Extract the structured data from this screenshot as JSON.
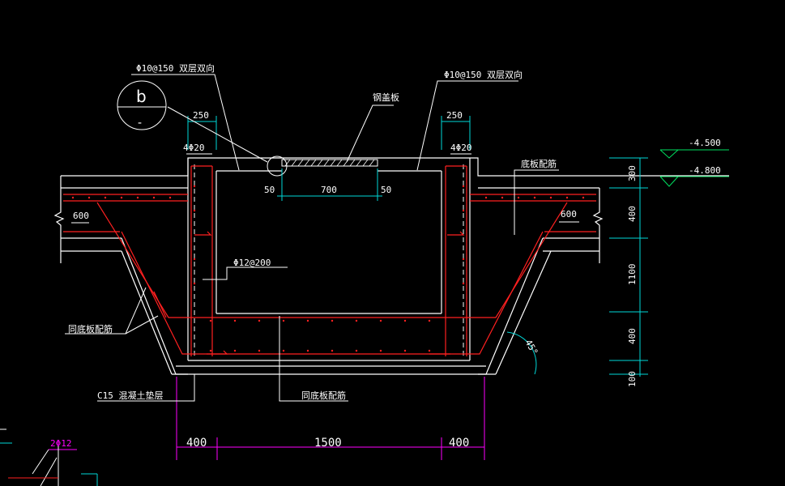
{
  "colors": {
    "background": "#000000",
    "structure": "#ffffff",
    "rebar": "#ff2020",
    "dimension": "#00d8d8",
    "elevation": "#00e060",
    "bottom_dimension": "#ff00ff",
    "dashed": "#ffffff"
  },
  "labels": {
    "rebar_left_top": "Φ10@150 双层双向",
    "rebar_right_top": "Φ10@150 双层双向",
    "cover_plate": "钢盖板",
    "bottom_rebar": "底板配筋",
    "same_bottom_left": "同底板配筋",
    "same_bottom_center": "同底板配筋",
    "cushion": "C15 混凝土垫层",
    "stirrup": "Φ12@200",
    "bars_left": "4Φ20",
    "bars_right": "4Φ20",
    "detail_letter": "b",
    "detail_sub": "-",
    "angle": "45°",
    "small_left_label": "2Φ12"
  },
  "dims": {
    "top_left_250": "250",
    "top_right_250": "250",
    "opening_50_left": "50",
    "opening_700": "700",
    "opening_50_right": "50",
    "slab_left_600": "600",
    "slab_right_600": "600",
    "bottom_400_left": "400",
    "bottom_1500": "1500",
    "bottom_400_right": "400",
    "right_300": "300",
    "right_400_upper": "400",
    "right_1100": "1100",
    "right_400_lower": "400",
    "right_100": "100"
  },
  "elevations": {
    "upper": "-4.500",
    "lower": "-4.800"
  }
}
